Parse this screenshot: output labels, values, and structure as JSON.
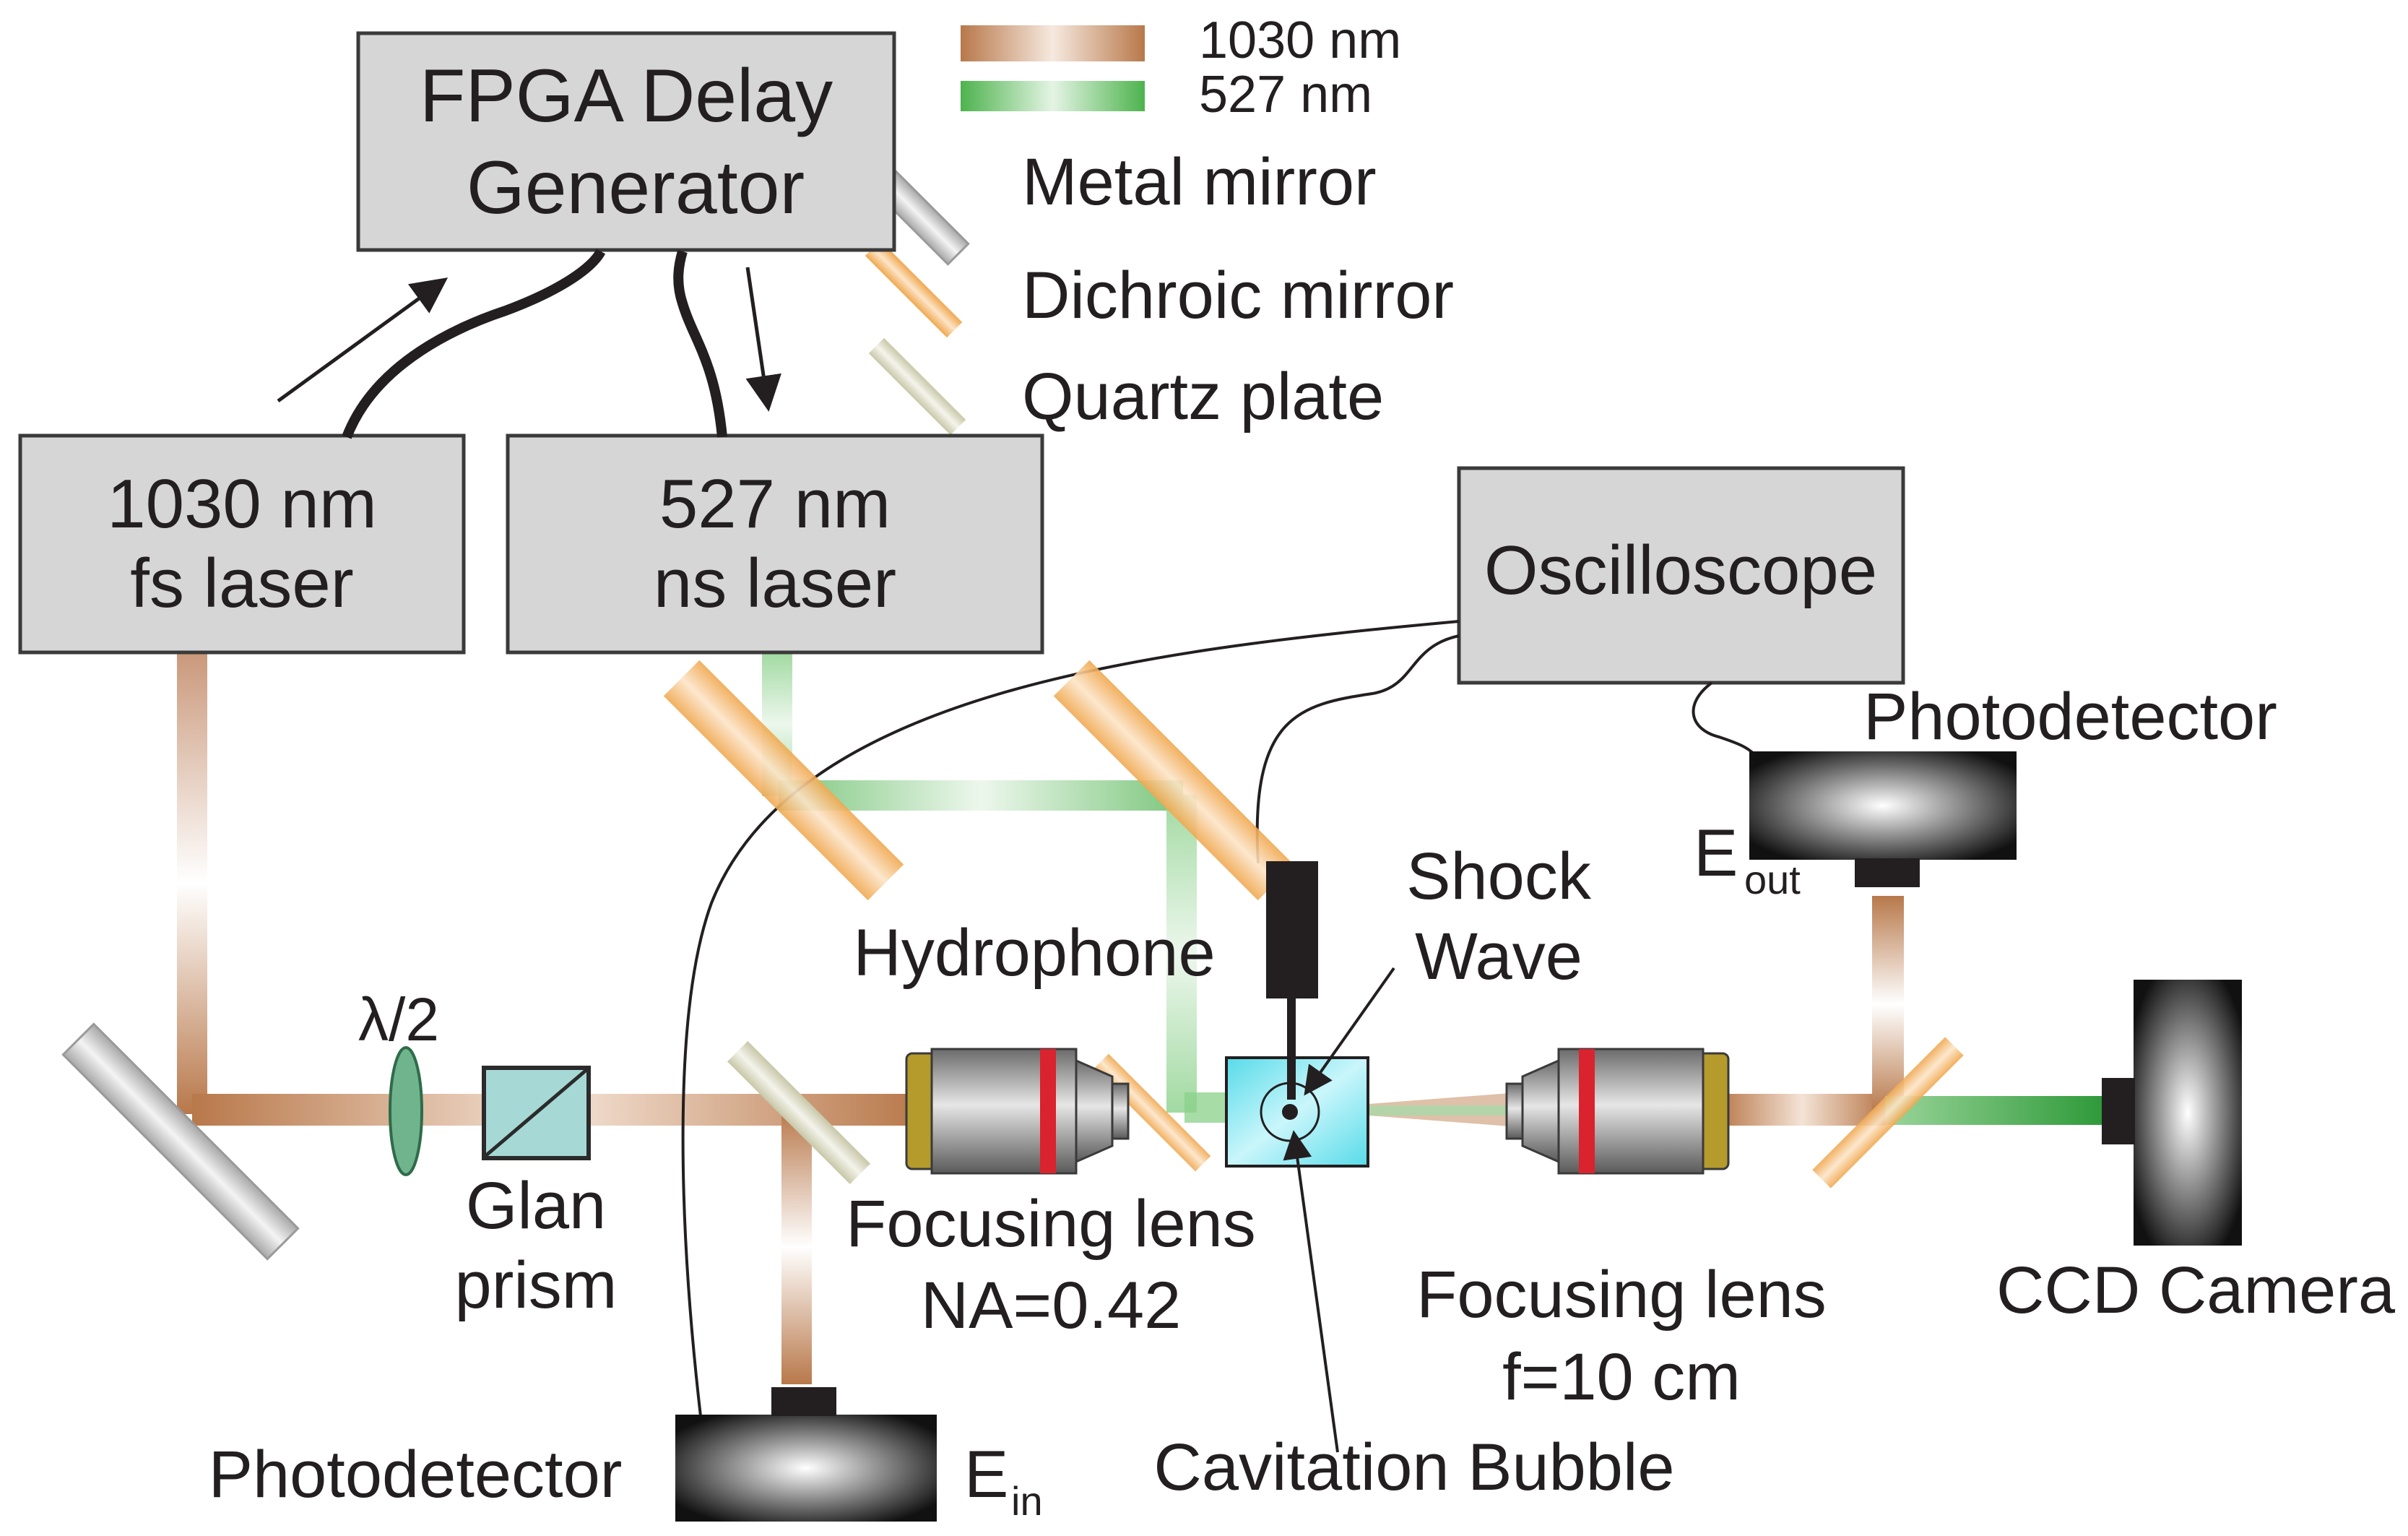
{
  "colors": {
    "ir_beam": "#b8784a",
    "green_beam": "#5cb85c",
    "dichroic": "#f2b261",
    "box_fill": "#d6d6d6",
    "box_stroke": "#3a3a3a",
    "cuvette": "#63e0ee"
  },
  "legend": {
    "ir": "1030 nm",
    "green": "527 nm",
    "metal_mirror": "Metal mirror",
    "dichroic_mirror": "Dichroic mirror",
    "quartz_plate": "Quartz plate"
  },
  "boxes": {
    "fpga_line1": "FPGA Delay",
    "fpga_line2": "Generator",
    "fs_laser_line1": "1030 nm",
    "fs_laser_line2": "fs  laser",
    "ns_laser_line1": "527 nm",
    "ns_laser_line2": "ns  laser",
    "oscilloscope": "Oscilloscope"
  },
  "labels": {
    "photodetector_top": "Photodetector",
    "e_out": "E",
    "e_out_sub": "out",
    "shock_wave_1": "Shock",
    "shock_wave_2": "Wave",
    "hydrophone": "Hydrophone",
    "half_wave": "λ/2",
    "glan_1": "Glan",
    "glan_2": "prism",
    "focusing_lens_1_a": "Focusing lens",
    "focusing_lens_1_b": "NA=0.42",
    "focusing_lens_2_a": "Focusing lens",
    "focusing_lens_2_b": "f=10 cm",
    "ccd_camera": "CCD Camera",
    "photodetector_bottom": "Photodetector",
    "e_in": "E",
    "e_in_sub": "in",
    "cavitation_bubble": "Cavitation Bubble"
  },
  "icons": [
    "metal-mirror-icon",
    "dichroic-mirror-icon",
    "quartz-plate-icon",
    "objective-lens-icon",
    "camera-icon",
    "photodetector-icon",
    "glan-prism-icon",
    "waveplate-icon",
    "hydrophone-icon",
    "cuvette-icon"
  ]
}
